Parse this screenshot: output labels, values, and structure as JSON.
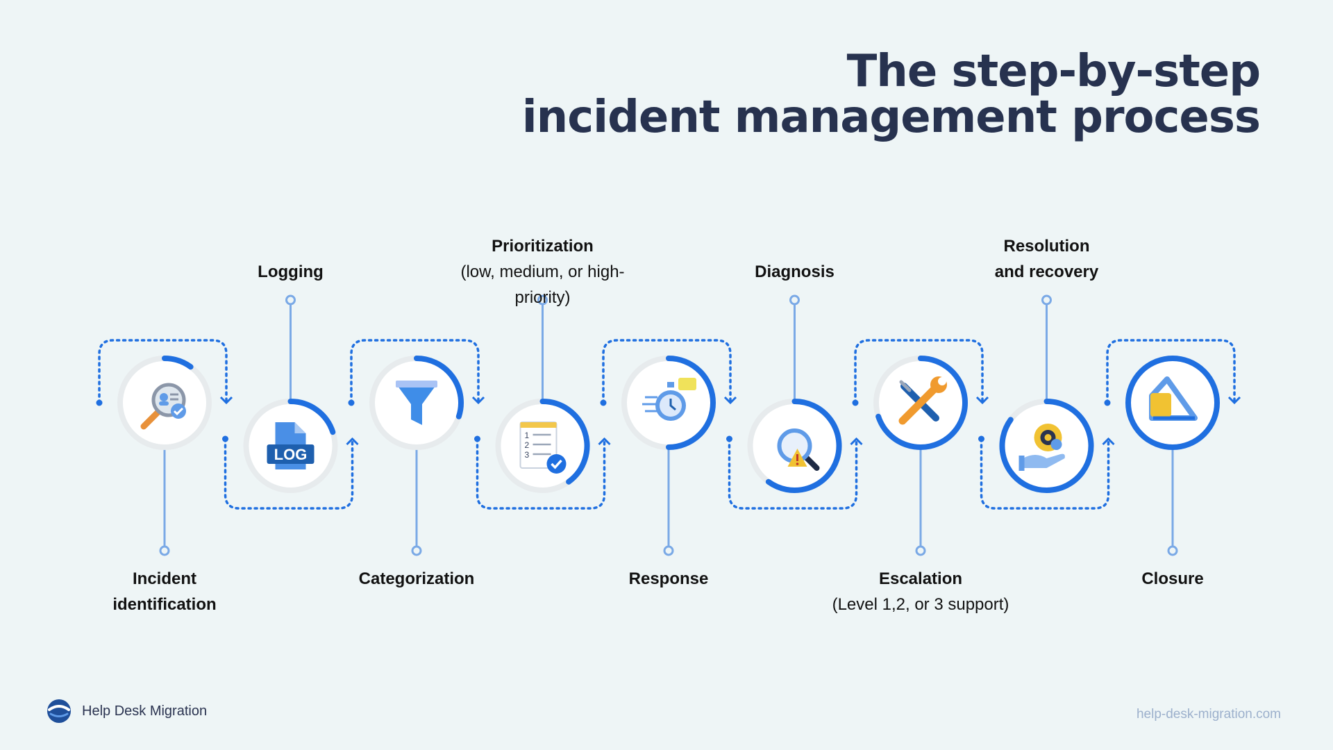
{
  "title": {
    "line1": "The step-by-step",
    "line2": "incident management process"
  },
  "steps": [
    {
      "label": "Incident",
      "label2": "identification",
      "note": "",
      "icon": "magnifier-check-icon",
      "progress": 0.1
    },
    {
      "label": "Logging",
      "label2": "",
      "note": "",
      "icon": "log-file-icon",
      "progress": 0.2
    },
    {
      "label": "Categorization",
      "label2": "",
      "note": "",
      "icon": "funnel-icon",
      "progress": 0.3
    },
    {
      "label": "Prioritization",
      "label2": "",
      "note": "(low, medium, or high-priority)",
      "icon": "checklist-icon",
      "progress": 0.4
    },
    {
      "label": "Response",
      "label2": "",
      "note": "",
      "icon": "stopwatch-icon",
      "progress": 0.5
    },
    {
      "label": "Diagnosis",
      "label2": "",
      "note": "",
      "icon": "warning-search-icon",
      "progress": 0.6
    },
    {
      "label": "Escalation",
      "label2": "",
      "note": "(Level 1,2, or 3 support)",
      "icon": "tools-icon",
      "progress": 0.7
    },
    {
      "label": "Resolution",
      "label2": "and recovery",
      "note": "",
      "icon": "gear-hand-icon",
      "progress": 0.85
    },
    {
      "label": "Closure",
      "label2": "",
      "note": "",
      "icon": "closure-icon",
      "progress": 1.0
    }
  ],
  "brand": {
    "name": "Help Desk Migration",
    "icon": "helpdesk-logo-icon"
  },
  "footer": {
    "url": "help-desk-migration.com"
  },
  "colors": {
    "accent": "#1f6fe0",
    "connector": "#7aa9e6",
    "ring": "#e7ebed",
    "title": "#27324f",
    "background": "#eef5f6"
  }
}
